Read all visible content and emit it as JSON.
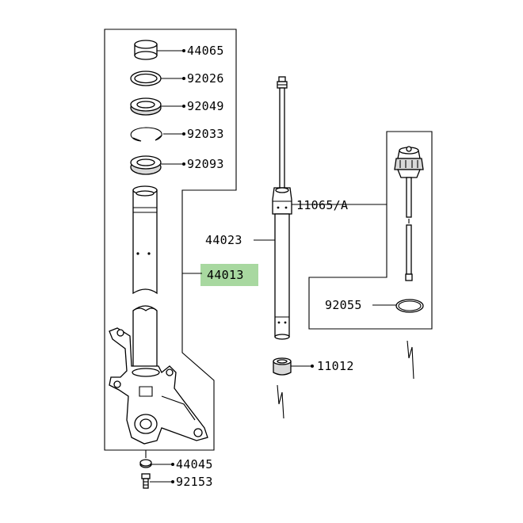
{
  "parts": {
    "p44065": "44065",
    "p92026": "92026",
    "p92049": "92049",
    "p92033": "92033",
    "p92093": "92093",
    "p44013": "44013",
    "p44045": "44045",
    "p92153": "92153",
    "p44023": "44023",
    "p11065": "11065/A",
    "p92055": "92055",
    "p11012": "11012"
  },
  "highlighted_part": "44013",
  "colors": {
    "highlight": "#a8d8a0",
    "line": "#000000",
    "background": "#ffffff"
  }
}
